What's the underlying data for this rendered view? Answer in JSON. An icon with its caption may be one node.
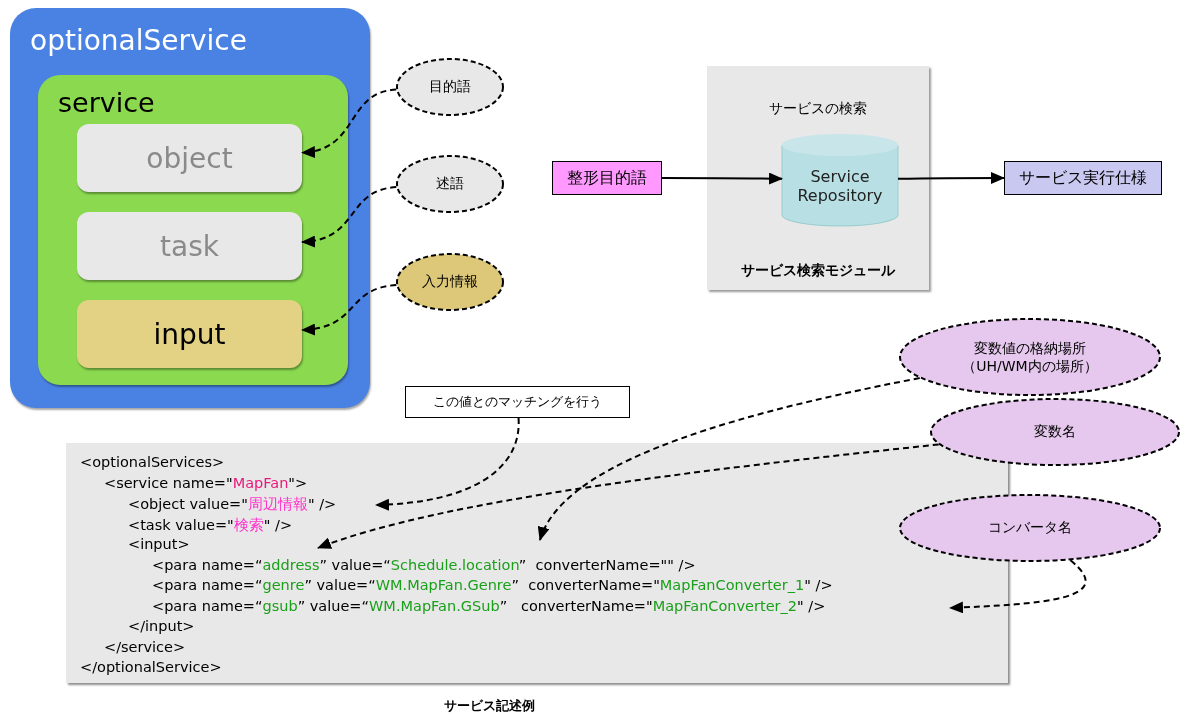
{
  "diagram": {
    "nodes": [
      {
        "text": [
          "optionalService"
        ]
      },
      {
        "text": [
          "service"
        ],
        "in": 0
      },
      {
        "text": [
          "object"
        ],
        "in": 1
      },
      {
        "text": [
          "task"
        ],
        "in": 1
      },
      {
        "text": [
          "input"
        ],
        "in": 1
      },
      {
        "text": [
          "目的語"
        ]
      },
      {
        "text": [
          "述語"
        ]
      },
      {
        "text": [
          "入力情報"
        ]
      },
      {
        "text": [
          "サービスの検索",
          "サービス検索モジュール"
        ]
      },
      {
        "text": [
          "Service Repository"
        ],
        "in": 8
      },
      {
        "text": [
          "整形目的語"
        ]
      },
      {
        "text": [
          "サービス実行仕様"
        ]
      },
      {
        "text": [
          "この値とのマッチングを行う"
        ]
      },
      {
        "text": [
          "変数値の格納場所（UH/WM内の場所）"
        ]
      },
      {
        "text": [
          "変数名"
        ]
      },
      {
        "text": [
          "コンバータ名"
        ]
      },
      {
        "text": [
          "<optionalServices>",
          "<service name=\"MapFan\">",
          "<object value=\"周辺情報\" />",
          "<task value=\"検索\" />",
          "<input>",
          "<para name=“address” value=“Schedule.location”  converterName=\"\" />",
          "<para name=“genre” value=“WM.MapFan.Genre”  converterName=\"MapFanConverter_1\" />",
          "<para name=“gsub” value=“WM.MapFan.GSub”   converterName=\"MapFanConverter_2\" />",
          "</input>",
          "</service>",
          "</optionalService>"
        ],
        "beside": [
          "サービス記述例"
        ]
      }
    ],
    "edges": [
      {
        "from": 5,
        "to": 2,
        "arrow": "to",
        "style": "dashed"
      },
      {
        "from": 6,
        "to": 3,
        "arrow": "to",
        "style": "dashed"
      },
      {
        "from": 7,
        "to": 4,
        "arrow": "to",
        "style": "dashed"
      },
      {
        "from": 10,
        "to": 9,
        "arrow": "to"
      },
      {
        "from": 9,
        "to": 11,
        "arrow": "to"
      },
      {
        "from": 12,
        "to": 16,
        "arrow": "to",
        "style": "dashed"
      },
      {
        "from": 13,
        "to": 16,
        "arrow": "to",
        "style": "dashed"
      },
      {
        "from": 14,
        "to": 16,
        "arrow": "to",
        "style": "dashed"
      },
      {
        "from": 15,
        "to": 16,
        "arrow": "to",
        "style": "dashed"
      }
    ]
  }
}
